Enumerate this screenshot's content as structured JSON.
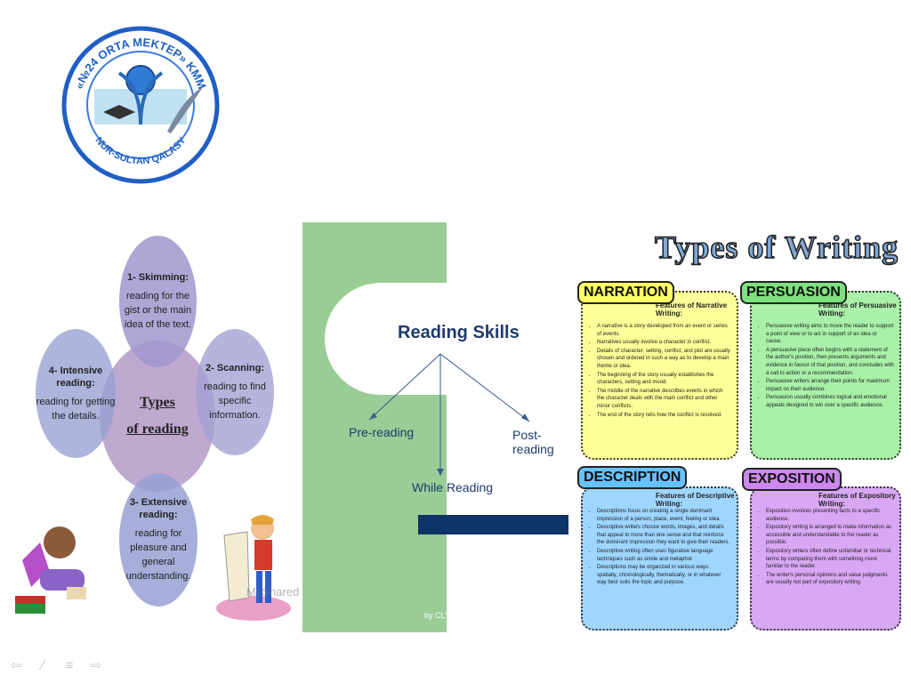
{
  "logo": {
    "top_text": "«№24 ORTA MEKTEP» KMM",
    "bottom_text": "NUR-SULTAN QALASY"
  },
  "reading": {
    "center_title_1": "Types",
    "center_title_2": "of reading",
    "items": [
      {
        "heading": "1- Skimming:",
        "text": "reading for the gist or the main idea of the text."
      },
      {
        "heading": "2- Scanning:",
        "text": "reading to find specific information."
      },
      {
        "heading": "3- Extensive reading:",
        "text": "reading for pleasure and general understanding."
      },
      {
        "heading": "4- Intensive reading:",
        "text": "reading for getting the details."
      }
    ],
    "watermark": "MyShared"
  },
  "skills": {
    "title": "Reading Skills",
    "pre": "Pre-reading",
    "while": "While Reading",
    "post": "Post-reading",
    "credit": "by CLY"
  },
  "writing": {
    "title": "Types of Writing",
    "narration": {
      "label": "NARRATION",
      "features": "Features of Narrative Writing:",
      "points": [
        "A narrative is a story developed from an event or series of events.",
        "Narratives usually involve a character in conflict.",
        "Details of character, setting, conflict, and plot are usually chosen and ordered in such a way as to develop a main theme or idea.",
        "The beginning of the story usually establishes the characters, setting and mood.",
        "The middle of the narrative describes events in which the character deals with the main conflict and other minor conflicts.",
        "The end of the story tells how the conflict is resolved."
      ]
    },
    "persuasion": {
      "label": "PERSUASION",
      "features": "Features of Persuasive Writing:",
      "points": [
        "Persuasive writing aims to move the reader to support a point of view or to act in support of an idea or cause.",
        "A persuasive piece often begins with a statement of the author's position, then presents arguments and evidence in favour of that position, and concludes with a call to action or a recommendation.",
        "Persuasive writers arrange their points for maximum impact on their audience.",
        "Persuasion usually combines logical and emotional appeals designed to win over a specific audience."
      ]
    },
    "description": {
      "label": "DESCRIPTION",
      "features": "Features of Descriptive Writing:",
      "points": [
        "Descriptions focus on creating a single dominant impression of a person, place, event, feeling or idea.",
        "Descriptive writers choose words, images, and details that appeal to more than one sense and that reinforce the dominant impression they want to give their readers.",
        "Descriptive writing often uses figurative language techniques such as simile and metaphor.",
        "Descriptions may be organized in various ways: spatially, chronologically, thematically, or in whatever way best suits the topic and purpose."
      ]
    },
    "exposition": {
      "label": "EXPOSITION",
      "features": "Features of Expository Writing:",
      "points": [
        "Exposition involves presenting facts to a specific audience.",
        "Expository writing is arranged to make information as accessible and understandable to the reader as possible.",
        "Expository writers often define unfamiliar or technical terms by comparing them with something more familiar to the reader.",
        "The writer's personal opinions and value judgments are usually not part of expository writing."
      ]
    }
  },
  "nav": {
    "prev_icon": "arrow-left-icon",
    "pen_icon": "pen-icon",
    "menu_icon": "menu-icon",
    "next_icon": "arrow-right-icon"
  }
}
